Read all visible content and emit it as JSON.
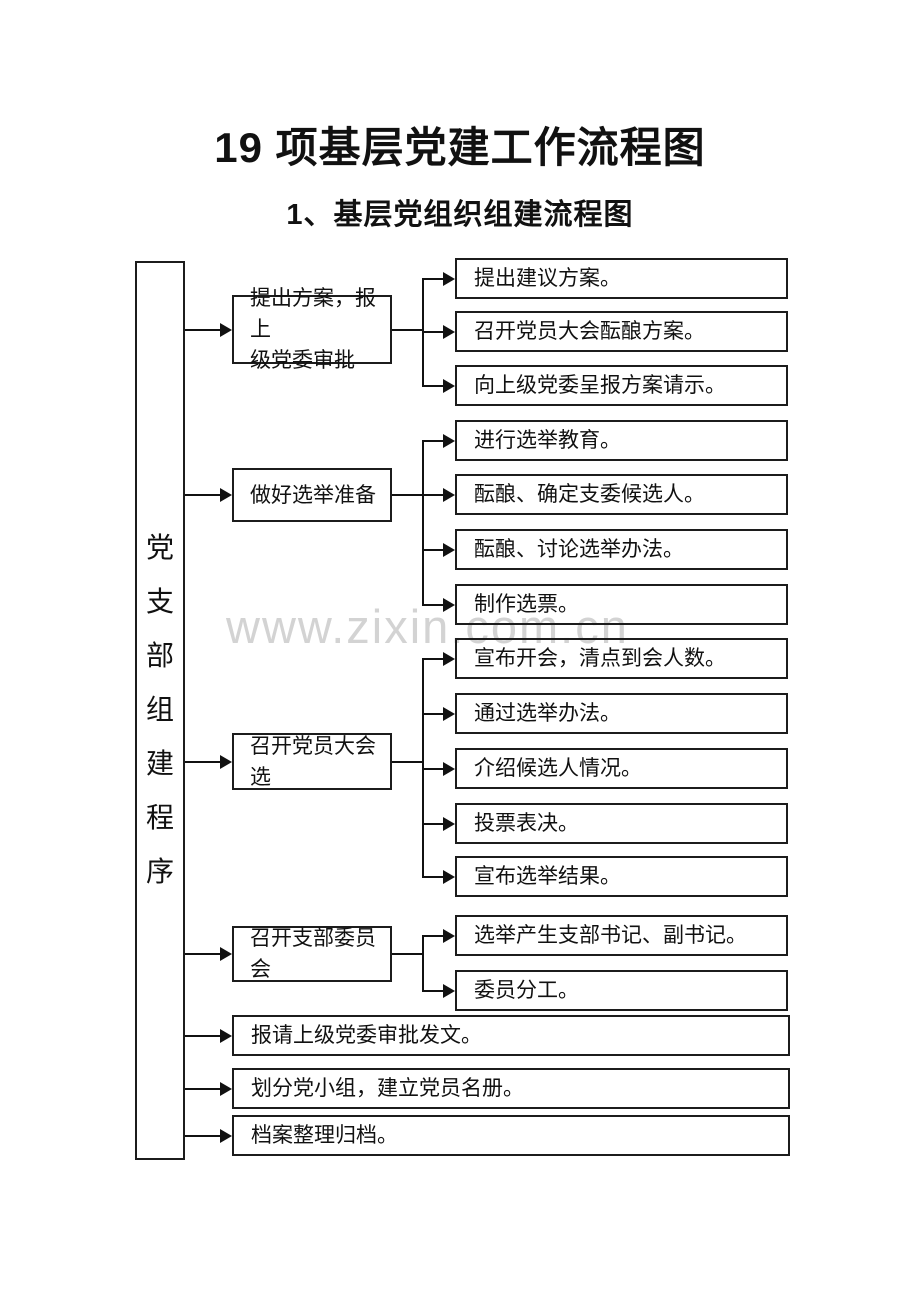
{
  "page": {
    "title": "19 项基层党建工作流程图",
    "subtitle": "1、基层党组织组建流程图",
    "watermark": "www.zixin.com.cn"
  },
  "flowchart": {
    "root_label": "党支部组建程序",
    "stages": [
      {
        "label": "提出方案，报上级党委审批",
        "label_lines": [
          "提出方案，报上",
          "级党委审批"
        ],
        "steps": [
          "提出建议方案。",
          "召开党员大会酝酿方案。",
          "向上级党委呈报方案请示。"
        ]
      },
      {
        "label": "做好选举准备",
        "steps": [
          "进行选举教育。",
          "酝酿、确定支委候选人。",
          "酝酿、讨论选举办法。",
          "制作选票。"
        ]
      },
      {
        "label": "召开党员大会选",
        "steps": [
          "宣布开会，清点到会人数。",
          "通过选举办法。",
          "介绍候选人情况。",
          "投票表决。",
          "宣布选举结果。"
        ]
      },
      {
        "label": "召开支部委员会",
        "steps": [
          "选举产生支部书记、副书记。",
          "委员分工。"
        ]
      }
    ],
    "final_steps": [
      "报请上级党委审批发文。",
      "划分党小组，建立党员名册。",
      "档案整理归档。"
    ]
  },
  "colors": {
    "ink": "#111111",
    "watermark_gray": "#d3d3d3",
    "background": "#ffffff"
  }
}
